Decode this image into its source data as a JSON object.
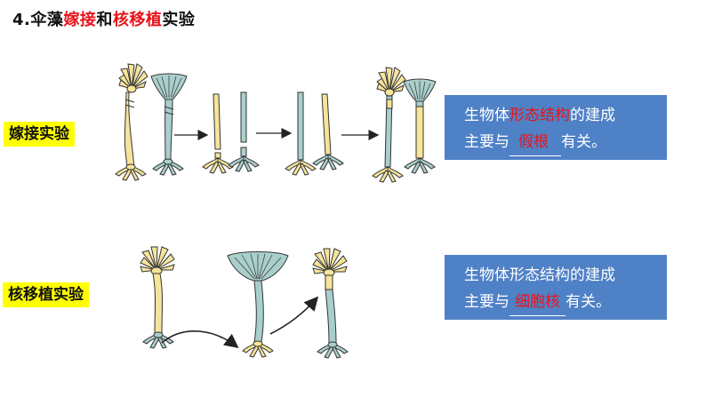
{
  "title": {
    "prefix": "4.伞藻",
    "graft": "嫁接",
    "and": "和",
    "transplant": "核移植",
    "suffix": "实验"
  },
  "graft_experiment": {
    "label": "嫁接实验",
    "statement_line1_a": "生物体",
    "statement_line1_red": "形态结构",
    "statement_line1_b": "的建成",
    "statement_line2_a": "主要与",
    "statement_line2_answer": "假根",
    "statement_line2_b": "有关。"
  },
  "nuclear_transplant_experiment": {
    "label": "核移植实验",
    "statement_line1": "生物体形态结构的建成",
    "statement_line2_a": "主要与",
    "statement_line2_answer": "细胞核",
    "statement_line2_b": "有关。"
  },
  "colors": {
    "highlight": "#ffff00",
    "accent_red": "#e8141b",
    "box_blue": "#4f81c6",
    "cap_yellow": "#f6e49a",
    "cap_teal": "#a9cfcc",
    "outline": "#333333"
  }
}
